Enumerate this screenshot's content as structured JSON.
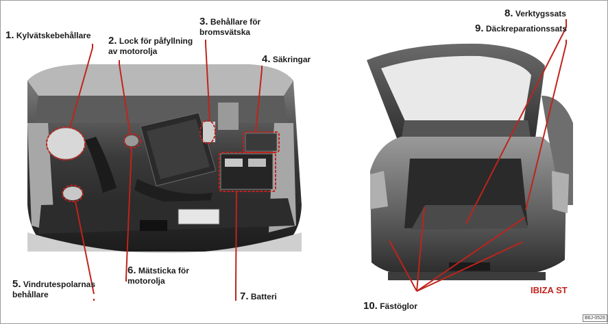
{
  "labels": [
    {
      "num": "1.",
      "text": "Kylvätskebehållare"
    },
    {
      "num": "2.",
      "text": "Lock för påfyllning",
      "text2": "av motorolja"
    },
    {
      "num": "3.",
      "text": "Behållare för",
      "text2": "bromsvätska"
    },
    {
      "num": "4.",
      "text": "Säkringar"
    },
    {
      "num": "5.",
      "text": "Vindrutespolarnas",
      "text2": "behållare"
    },
    {
      "num": "6.",
      "text": "Mätsticka för",
      "text2": "motorolja"
    },
    {
      "num": "7.",
      "text": "Batteri"
    },
    {
      "num": "8.",
      "text": "Verktygssats"
    },
    {
      "num": "9.",
      "text": "Däckreparationssats"
    },
    {
      "num": "10.",
      "text": "Fästöglor"
    }
  ],
  "car_model": "IBIZA ST",
  "image_code": "B6J-0526",
  "colors": {
    "leader": "#c0231b",
    "model": "#c0231b"
  }
}
